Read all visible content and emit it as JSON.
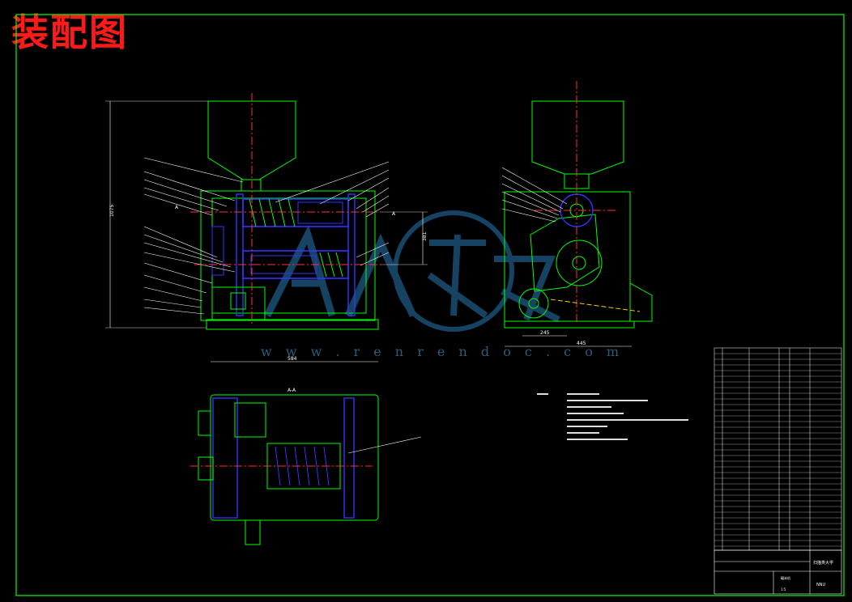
{
  "drawing": {
    "title": "装配图",
    "view_label": "A-A",
    "section_mark": "A",
    "watermark": "w w w . r e n r e n d o c . c o m",
    "watermark_logo_text": "人人文库"
  },
  "dimensions": {
    "front_height": "1075",
    "front_width": "584",
    "front_right": "381",
    "side_inner": "245",
    "side_width": "445"
  },
  "title_block": {
    "school": "扫描类大学",
    "product": "碾米机",
    "code": "NNU",
    "scale": "1:5"
  },
  "colors": {
    "outline": "#00ff00",
    "parts": "#3333ff",
    "center": "#ff3333",
    "leader": "#ffffff",
    "dim": "#ffffff",
    "frame": "#00ff00"
  }
}
